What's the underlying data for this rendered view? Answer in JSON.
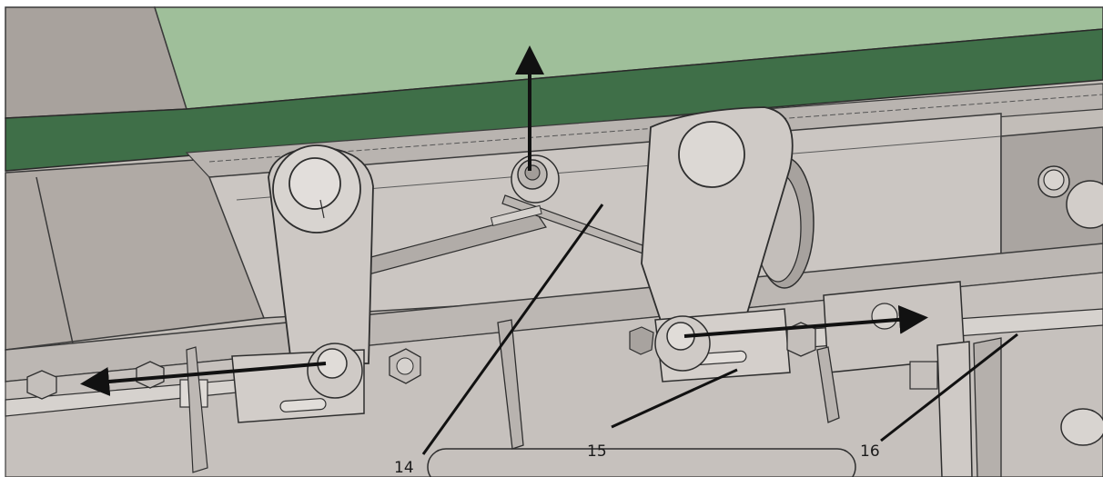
{
  "callouts": [
    {
      "id": "c14",
      "text": "14"
    },
    {
      "id": "c15",
      "text": "15"
    },
    {
      "id": "c16",
      "text": "16"
    }
  ],
  "colors": {
    "background": "#ffffff",
    "panel_green": "#9fbf9a",
    "belt_green": "#3f6f48",
    "metal_light": "#cfcac6",
    "metal_mid": "#b3aeaa",
    "metal_dark": "#8f8a86",
    "edge": "#2e2e2e",
    "arrow": "#111111"
  },
  "icons": {
    "arrow_up": "arrow-up-icon",
    "arrow_left": "arrow-left-icon",
    "arrow_right": "arrow-right-icon"
  }
}
